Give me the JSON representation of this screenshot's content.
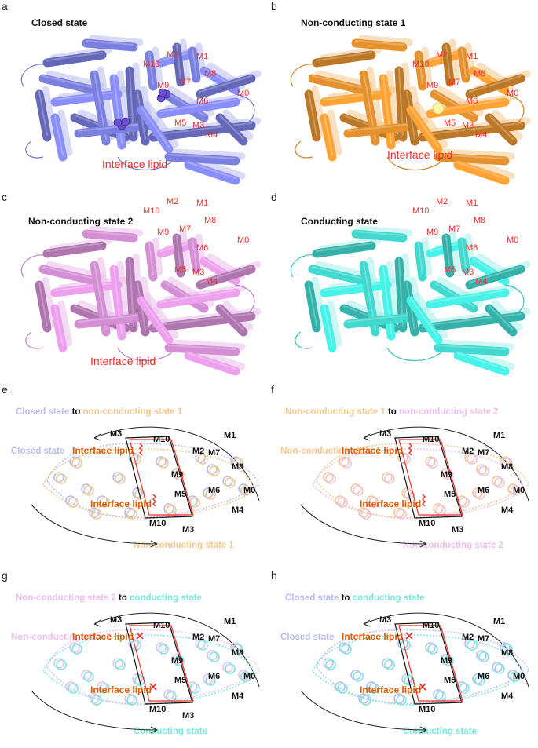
{
  "colors": {
    "closed": "#7b7fe0",
    "closed_light": "#b9bcef",
    "nc1": "#e5922e",
    "nc1_light": "#f3c88e",
    "nc2": "#d48fd4",
    "nc2_light": "#ecbfec",
    "conducting": "#3fd9cf",
    "conducting_light": "#a8efea",
    "label_red": "#e8302c",
    "lipid_orange": "#e05a00"
  },
  "panels": [
    {
      "letter": "a",
      "title": "Closed state",
      "lipid": "Interface lipid",
      "labels": [
        "M10",
        "M2",
        "M1",
        "M9",
        "M7",
        "M8",
        "M6",
        "M0",
        "M5",
        "M3",
        "M4"
      ]
    },
    {
      "letter": "b",
      "title": "Non-conducting state 1",
      "lipid": "Interface lipid",
      "labels": [
        "M10",
        "M2",
        "M1",
        "M9",
        "M7",
        "M8",
        "M6",
        "M0",
        "M5",
        "M3",
        "M4"
      ]
    },
    {
      "letter": "c",
      "title": "Non-conducting state 2",
      "lipid": "Interface lipid",
      "labels": [
        "M10",
        "M2",
        "M1",
        "M9",
        "M7",
        "M8",
        "M6",
        "M0",
        "M5",
        "M3",
        "M4"
      ]
    },
    {
      "letter": "d",
      "title": "Conducting state",
      "lipid": "",
      "labels": [
        "M10",
        "M2",
        "M1",
        "M9",
        "M7",
        "M8",
        "M6",
        "M0",
        "M5",
        "M3",
        "M4"
      ]
    }
  ],
  "schematics": [
    {
      "letter": "e",
      "from": "Closed state",
      "to_word": "to",
      "target": "non-conducting state 1",
      "left_state": "Closed state",
      "bottom_state": "Non-conducting  state 1",
      "from_color": "#b9bcef",
      "to_color": "#f3c88e",
      "lipid": "Interface lipid",
      "lipid_mark": "zigzag",
      "labels": [
        "M3",
        "M10",
        "M1",
        "M2",
        "M7",
        "M8",
        "M9",
        "M6",
        "M0",
        "M5",
        "M4",
        "M10",
        "M3"
      ]
    },
    {
      "letter": "f",
      "from": "Non-conducting state 1",
      "to_word": "to",
      "target": "non-conducting state 2",
      "left_state": "Non-conducting  state 1",
      "bottom_state": "Non-conducting state 2",
      "from_color": "#f3c88e",
      "to_color": "#ecbfec",
      "lipid": "Interface lipid",
      "lipid_mark": "zigzag",
      "labels": [
        "M3",
        "M10",
        "M2",
        "M1",
        "M7",
        "M8",
        "M9",
        "M6",
        "M0",
        "M5",
        "M4",
        "M10",
        "M3"
      ]
    },
    {
      "letter": "g",
      "from": "Non-conducting state 2",
      "to_word": "to",
      "target": "conducting state",
      "left_state": "Non-conducting state 2",
      "bottom_state": "Conducting state",
      "from_color": "#ecbfec",
      "to_color": "#7ee6e0",
      "lipid": "Interface lipid",
      "lipid_mark": "cross",
      "labels": [
        "M3",
        "M10",
        "M2",
        "M1",
        "M7",
        "M8",
        "M9",
        "M6",
        "M0",
        "M5",
        "M4",
        "M10",
        "M3"
      ]
    },
    {
      "letter": "h",
      "from": "Closed state",
      "to_word": "to",
      "target": "conducting state",
      "left_state": "Closed state",
      "bottom_state": "Conducting state",
      "from_color": "#b9bcef",
      "to_color": "#7ee6e0",
      "lipid": "Interface lipid",
      "lipid_mark": "cross",
      "labels": [
        "M10",
        "M2",
        "M1",
        "M7",
        "M8",
        "M9",
        "M6",
        "M0",
        "M5",
        "M4",
        "M10",
        "M3"
      ]
    }
  ]
}
